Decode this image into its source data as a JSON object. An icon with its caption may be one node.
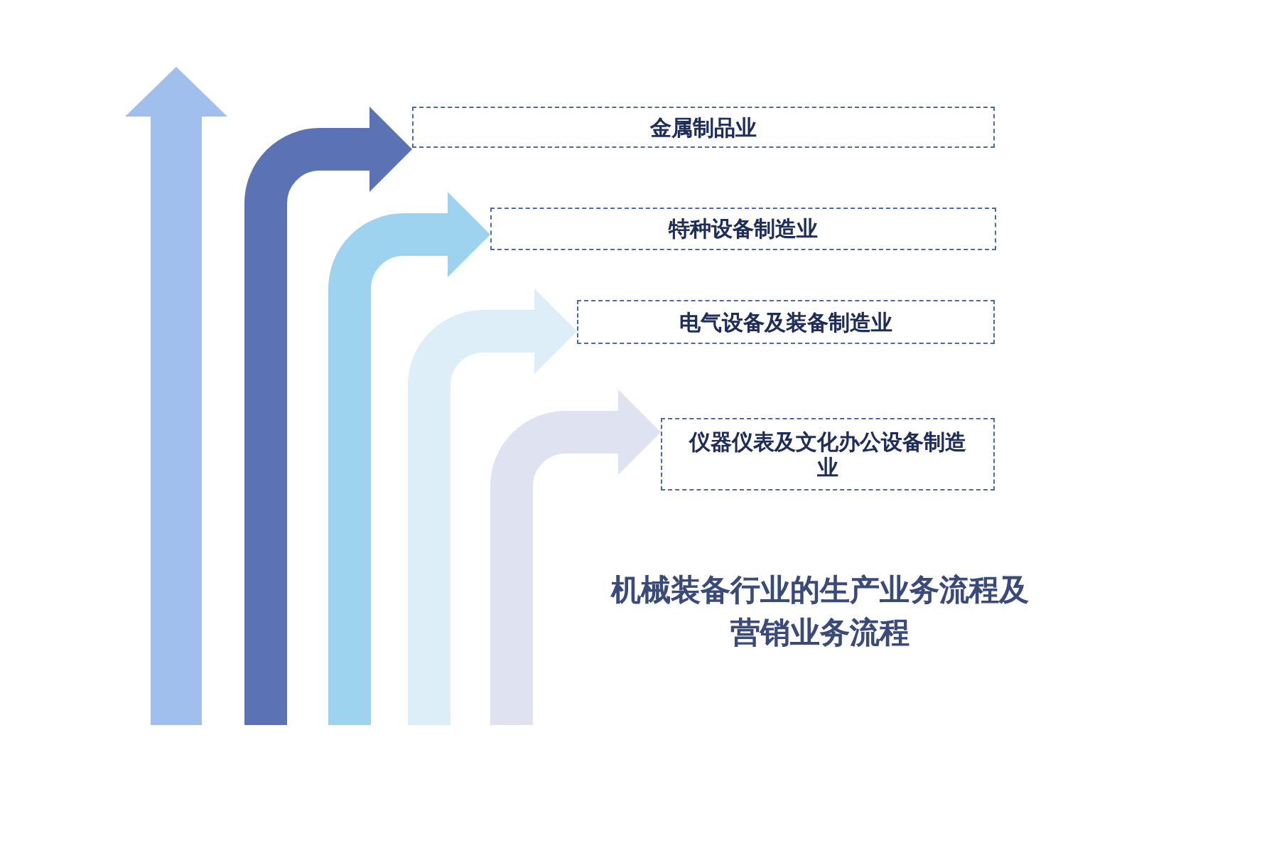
{
  "diagram": {
    "title": "机械装备行业的生产业务流程及营销业务流程",
    "nodes": [
      {
        "text": [
          "金属制品业"
        ]
      },
      {
        "text": [
          "特种设备制造业"
        ]
      },
      {
        "text": [
          "电气设备及装备制造业"
        ]
      },
      {
        "text": [
          "仪器仪表及文化办公设备制造业"
        ]
      }
    ],
    "edges": [
      {
        "from": null,
        "to": 0,
        "arrow": "to",
        "color": "#5b73b5"
      },
      {
        "from": null,
        "to": 1,
        "arrow": "to",
        "color": "#9dd3ee"
      },
      {
        "from": null,
        "to": 2,
        "arrow": "to",
        "color": "#ddeef9"
      },
      {
        "from": null,
        "to": 3,
        "arrow": "to",
        "color": "#dfe2f1"
      }
    ]
  }
}
